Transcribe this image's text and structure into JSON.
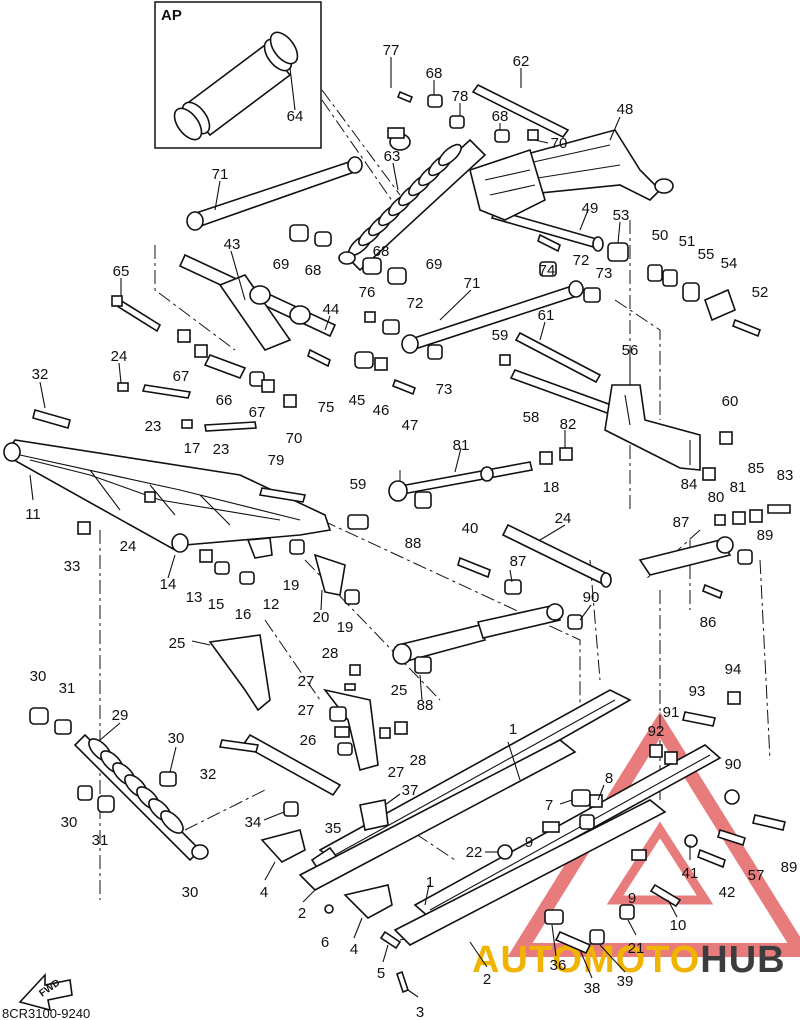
{
  "diagram": {
    "inset_label": "AP",
    "drawing_code": "8CR3100-9240",
    "fwd_label": "FWD",
    "watermark": {
      "prefix": "AUTO",
      "middle": "MOTO",
      "suffix": "HUB",
      "prefix_color": "#f0b400",
      "middle_color": "#f0b400",
      "suffix_color": "#3d3d3d",
      "triangle_color": "#e05050"
    },
    "callouts": [
      "77",
      "68",
      "78",
      "62",
      "68",
      "70",
      "48",
      "63",
      "71",
      "49",
      "53",
      "50",
      "51",
      "55",
      "54",
      "52",
      "43",
      "68",
      "69",
      "69",
      "68",
      "65",
      "76",
      "72",
      "74",
      "72",
      "73",
      "71",
      "44",
      "61",
      "59",
      "56",
      "67",
      "24",
      "32",
      "75",
      "45",
      "46",
      "73",
      "66",
      "23",
      "67",
      "70",
      "47",
      "58",
      "60",
      "11",
      "24",
      "23",
      "17",
      "79",
      "81",
      "82",
      "18",
      "59",
      "84",
      "85",
      "83",
      "81",
      "80",
      "87",
      "89",
      "40",
      "24",
      "33",
      "14",
      "13",
      "15",
      "16",
      "12",
      "19",
      "20",
      "19",
      "87",
      "90",
      "86",
      "88",
      "88",
      "25",
      "28",
      "94",
      "30",
      "31",
      "27",
      "25",
      "29",
      "93",
      "27",
      "30",
      "26",
      "28",
      "91",
      "92",
      "90",
      "32",
      "1",
      "27",
      "8",
      "37",
      "7",
      "34",
      "35",
      "89",
      "30",
      "31",
      "22",
      "9",
      "41",
      "42",
      "57",
      "4",
      "1",
      "9",
      "2",
      "10",
      "6",
      "4",
      "21",
      "36",
      "5",
      "38",
      "39",
      "2",
      "3",
      "64",
      "30"
    ]
  }
}
